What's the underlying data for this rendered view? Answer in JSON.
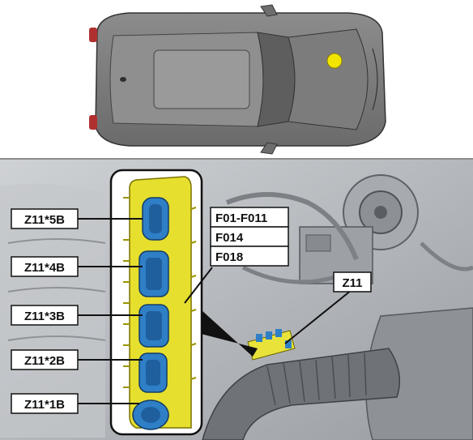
{
  "labels": {
    "z11_5b": "Z11*5B",
    "z11_4b": "Z11*4B",
    "z11_3b": "Z11*3B",
    "z11_2b": "Z11*2B",
    "z11_1b": "Z11*1B",
    "fuse_1": "F01-F011",
    "fuse_2": "F014",
    "fuse_3": "F018",
    "z11": "Z11"
  },
  "colors": {
    "highlight_yellow": "#e8e23a",
    "connector_blue": "#2f7fc7",
    "car_body": "#7a7a7a",
    "engine_bay_gray": "#b9bcc0"
  },
  "icons": {
    "location_marker": "yellow-dot-icon"
  }
}
